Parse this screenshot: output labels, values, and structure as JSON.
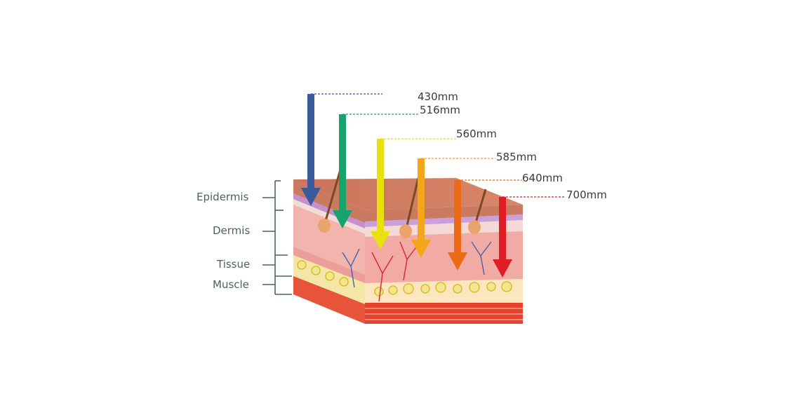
{
  "layers": [
    {
      "label": "Epidermis"
    },
    {
      "label": "Dermis"
    },
    {
      "label": "Tissue"
    },
    {
      "label": "Muscle"
    }
  ],
  "wavelengths": [
    {
      "label": "430mm",
      "color": "#3a5a9a"
    },
    {
      "label": "516mm",
      "color": "#16a36e"
    },
    {
      "label": "560mm",
      "color": "#e9e10c"
    },
    {
      "label": "585mm",
      "color": "#f4a51a"
    },
    {
      "label": "640mm",
      "color": "#ec6b17"
    },
    {
      "label": "700mm",
      "color": "#e01c24"
    }
  ]
}
